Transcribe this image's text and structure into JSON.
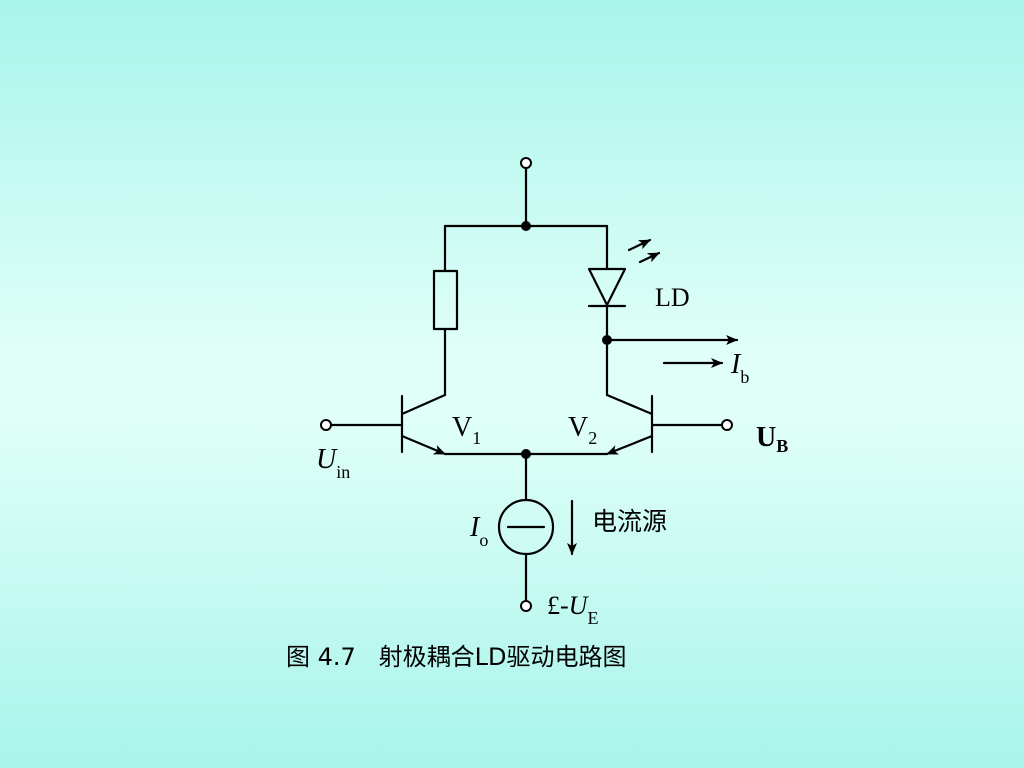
{
  "diagram": {
    "ld_label": "LD",
    "ib_main": "I",
    "ib_sub": "b",
    "v1_main": "V",
    "v1_sub": "1",
    "v2_main": "V",
    "v2_sub": "2",
    "ub_main": "U",
    "ub_sub": "B",
    "uin_main": "U",
    "uin_sub": "in",
    "io_main": "I",
    "io_sub": "o",
    "current_source_label": "电流源",
    "ue_prefix": "£-",
    "ue_main": "U",
    "ue_sub": "E",
    "caption": "图 4.7   射极耦合LD驱动电路图"
  }
}
